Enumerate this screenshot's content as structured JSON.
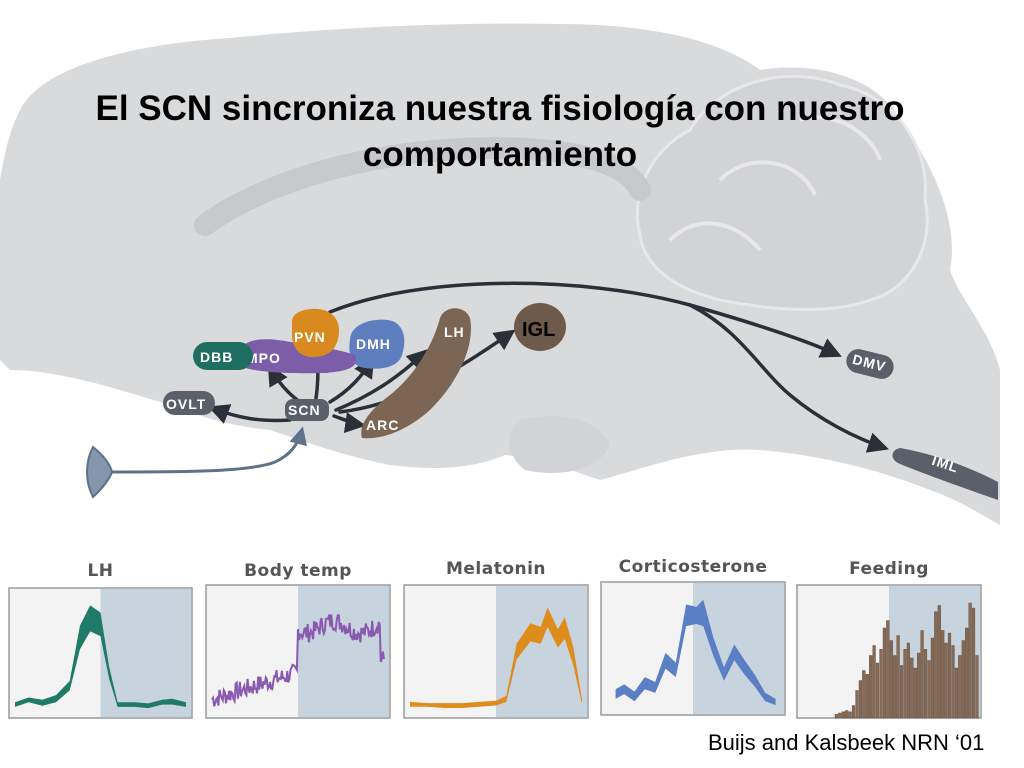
{
  "title": "El SCN sincroniza nuestra fisiología con nuestro comportamiento",
  "citation": "Buijs and Kalsbeek NRN ‘01",
  "nodes": {
    "dbb": "DBB",
    "mpo": "MPO",
    "pvn": "PVN",
    "dmh": "DMH",
    "lh": "LH",
    "igl": "IGL",
    "ovlt": "OVLT",
    "scn": "SCN",
    "arc": "ARC",
    "dmv": "DMV",
    "iml": "IML"
  },
  "colors": {
    "brain": "#d9dadc",
    "dbb": "#1f6e62",
    "mpo": "#7b5ea7",
    "pvn": "#d98a1f",
    "dmh": "#5f7ec0",
    "lh": "#7d6553",
    "igl": "#6e5a4a",
    "node_gray": "#5a5f69",
    "arrow": "#2b2f37",
    "retina": "#6e7f92",
    "night_shade": "#c7d4de",
    "day_bg": "#f3f3f3"
  },
  "panels": [
    {
      "title": "LH",
      "color": "#1f7a68",
      "kind": "band",
      "night_start": 0.5
    },
    {
      "title": "Body temp",
      "color": "#8a5ab0",
      "kind": "noisy",
      "night_start": 0.5
    },
    {
      "title": "Melatonin",
      "color": "#de8c1c",
      "kind": "band",
      "night_start": 0.5
    },
    {
      "title": "Corticosterone",
      "color": "#5b7fc5",
      "kind": "band",
      "night_start": 0.5
    },
    {
      "title": "Feeding",
      "color": "#866a55",
      "kind": "bars",
      "night_start": 0.5
    }
  ]
}
